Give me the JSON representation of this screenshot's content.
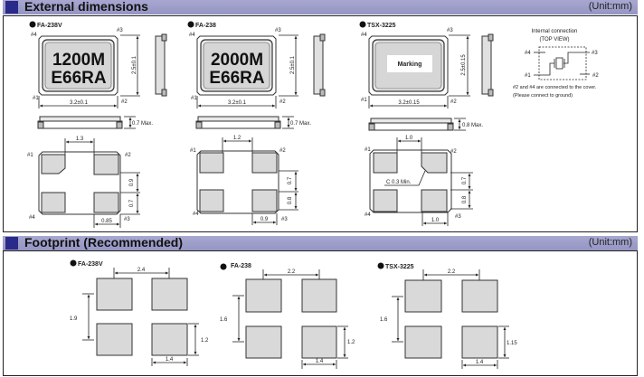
{
  "sections": [
    {
      "title": "External dimensions",
      "unit": "(Unit:mm)"
    },
    {
      "title": "Footprint (Recommended)",
      "unit": "(Unit:mm)"
    }
  ],
  "external": {
    "pin_labels": [
      "#1",
      "#2",
      "#3",
      "#4"
    ],
    "packages": [
      {
        "name": "FA-238V",
        "marking": [
          "1200M",
          "E66RA"
        ],
        "height_dim": "2.5±0.1",
        "width_dim": "3.2±0.1",
        "thickness": "0.7 Max.",
        "pad_pitch_x": "1.3",
        "pad_dim_a": "0.9",
        "pad_dim_b": "0.7",
        "pad_width": "0.85"
      },
      {
        "name": "FA-238",
        "marking": [
          "2000M",
          "E66RA"
        ],
        "height_dim": "2.5±0.1",
        "width_dim": "3.2±0.1",
        "thickness": "0.7 Max.",
        "pad_pitch_x": "1.2",
        "pad_dim_a": "0.7",
        "pad_dim_b": "0.8",
        "pad_width": "0.9"
      },
      {
        "name": "TSX-3225",
        "marking": [
          "Marking"
        ],
        "height_dim": "2.5±0.15",
        "width_dim": "3.2±0.15",
        "thickness": "0.8 Max.",
        "pad_pitch_x": "1.0",
        "pad_dim_a": "0.7",
        "pad_dim_b": "0.8",
        "pad_width": "1.0",
        "chamfer_note": "C 0.3 Min."
      }
    ],
    "internal": {
      "title": "Internal connection",
      "subtitle": "(TOP VIEW)",
      "note1": "#2 and #4 are connected to the cover.",
      "note2": "(Please connect to ground)"
    }
  },
  "footprint": [
    {
      "name": "FA-238V",
      "pitch_x": "2.4",
      "pitch_y": "1.9",
      "pad_h": "1.2",
      "pad_w": "1.4"
    },
    {
      "name": "FA-238",
      "pitch_x": "2.2",
      "pitch_y": "1.6",
      "pad_h": "1.2",
      "pad_w": "1.4"
    },
    {
      "name": "TSX-3225",
      "pitch_x": "2.2",
      "pitch_y": "1.6",
      "pad_h": "1.15",
      "pad_w": "1.4"
    }
  ]
}
